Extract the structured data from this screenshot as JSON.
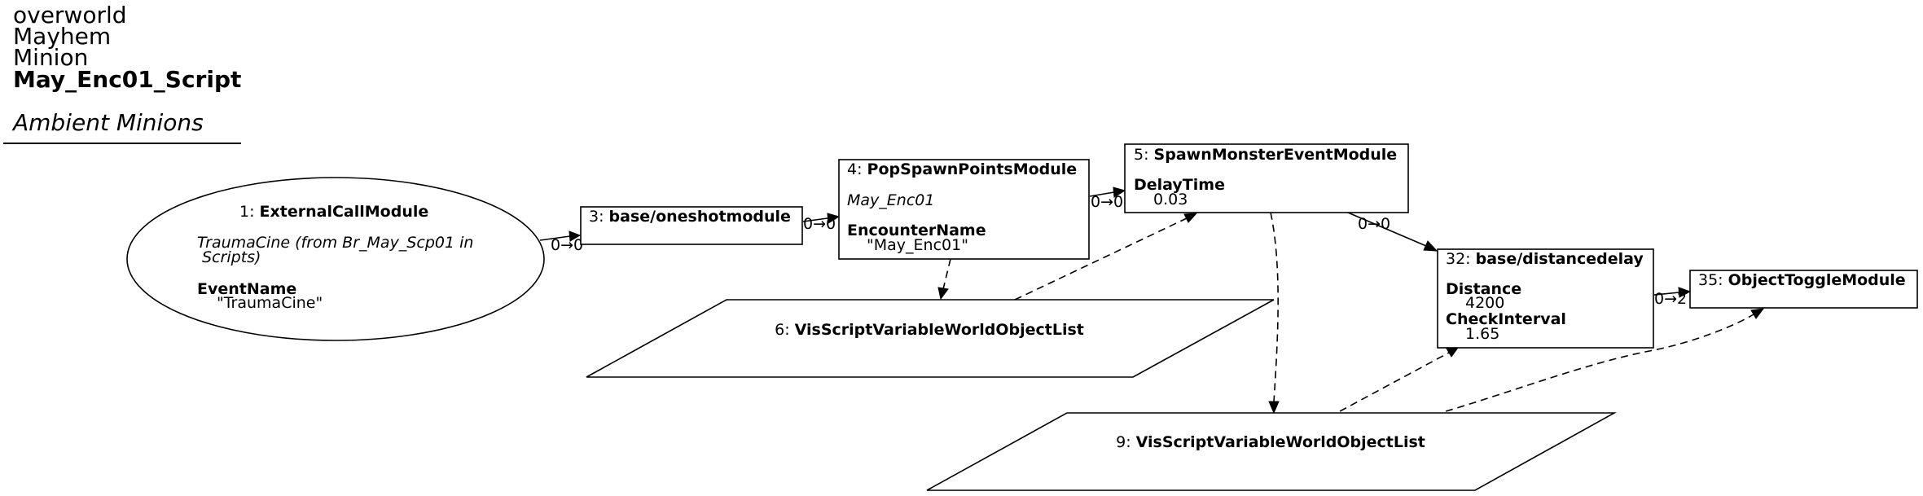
{
  "header": {
    "line1": "overworld",
    "line2": "Mayhem",
    "line3": "Minion",
    "script_name": "May_Enc01_Script",
    "description": "Ambient Minions"
  },
  "nodes": {
    "n1": {
      "id": "1: ",
      "name": "ExternalCallModule",
      "sub1": "TraumaCine (from Br_May_Scp01 in",
      "sub2": " Scripts)",
      "prop_name": "EventName",
      "prop_value": "\"TraumaCine\""
    },
    "n3": {
      "id": "3: ",
      "name": "base/oneshotmodule"
    },
    "n4": {
      "id": "4: ",
      "name": "PopSpawnPointsModule",
      "sub": "May_Enc01",
      "prop_name": "EncounterName",
      "prop_value": "\"May_Enc01\""
    },
    "n5": {
      "id": "5: ",
      "name": "SpawnMonsterEventModule",
      "prop_name": "DelayTime",
      "prop_value": "0.03"
    },
    "n6": {
      "id": "6: ",
      "name": "VisScriptVariableWorldObjectList"
    },
    "n9": {
      "id": "9: ",
      "name": "VisScriptVariableWorldObjectList"
    },
    "n32": {
      "id": "32: ",
      "name": "base/distancedelay",
      "prop1_name": "Distance",
      "prop1_value": "4200",
      "prop2_name": "CheckInterval",
      "prop2_value": "1.65"
    },
    "n35": {
      "id": "35: ",
      "name": "ObjectToggleModule"
    }
  },
  "edge_labels": {
    "e1_3": "0→0",
    "e3_4": "0→0",
    "e4_5": "0→0",
    "e5_32": "0→0",
    "e32_35": "0→2"
  }
}
